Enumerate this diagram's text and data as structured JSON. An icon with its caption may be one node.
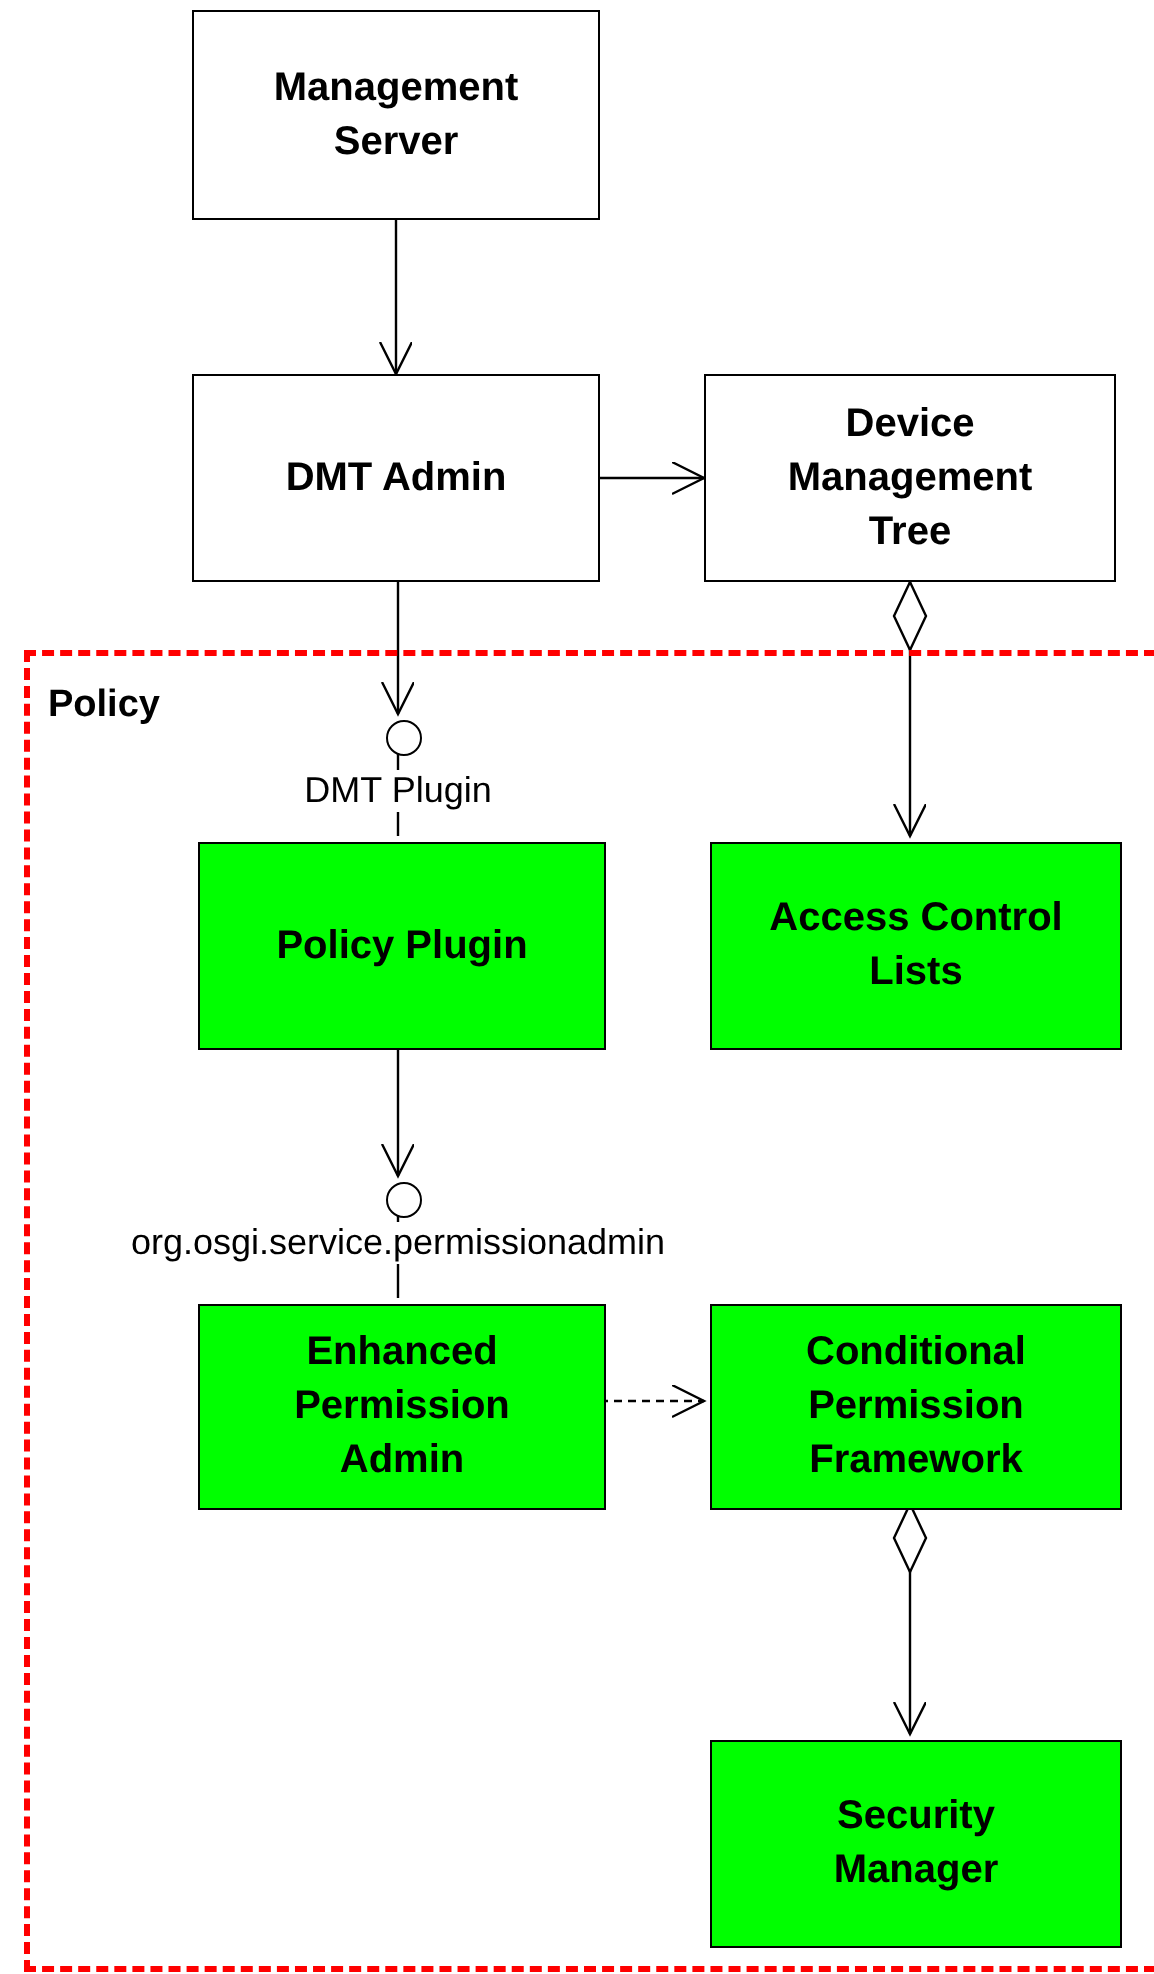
{
  "diagram": {
    "nodes": [
      {
        "text": [
          "Management Server"
        ]
      },
      {
        "text": [
          "DMT Admin"
        ]
      },
      {
        "text": [
          "Device Management Tree"
        ]
      },
      {
        "text": [
          "Policy"
        ]
      },
      {
        "text": [],
        "shape": "circle",
        "beside": [
          "DMT Plugin"
        ],
        "in": 3
      },
      {
        "text": [
          "Policy Plugin"
        ],
        "in": 3
      },
      {
        "text": [
          "Access Control Lists"
        ],
        "in": 3
      },
      {
        "text": [],
        "shape": "circle",
        "beside": [
          "org.osgi.service.permissionadmin"
        ],
        "in": 3
      },
      {
        "text": [
          "Enhanced Permission Admin"
        ],
        "in": 3
      },
      {
        "text": [
          "Conditional Permission Framework"
        ],
        "in": 3
      },
      {
        "text": [
          "Security Manager"
        ],
        "in": 3
      }
    ],
    "edges": [
      {
        "from": 0,
        "to": 1,
        "arrow": "to"
      },
      {
        "from": 1,
        "to": 2,
        "arrow": "to"
      },
      {
        "from": 1,
        "to": 4,
        "arrow": "to"
      },
      {
        "from": 4,
        "to": 5,
        "arrow": "none"
      },
      {
        "from": 2,
        "to": 6,
        "arrow": "to"
      },
      {
        "from": 5,
        "to": 7,
        "arrow": "to"
      },
      {
        "from": 7,
        "to": 8,
        "arrow": "none"
      },
      {
        "from": 8,
        "to": 9,
        "arrow": "to",
        "style": "dashed"
      },
      {
        "from": 9,
        "to": 10,
        "arrow": "to"
      }
    ]
  }
}
